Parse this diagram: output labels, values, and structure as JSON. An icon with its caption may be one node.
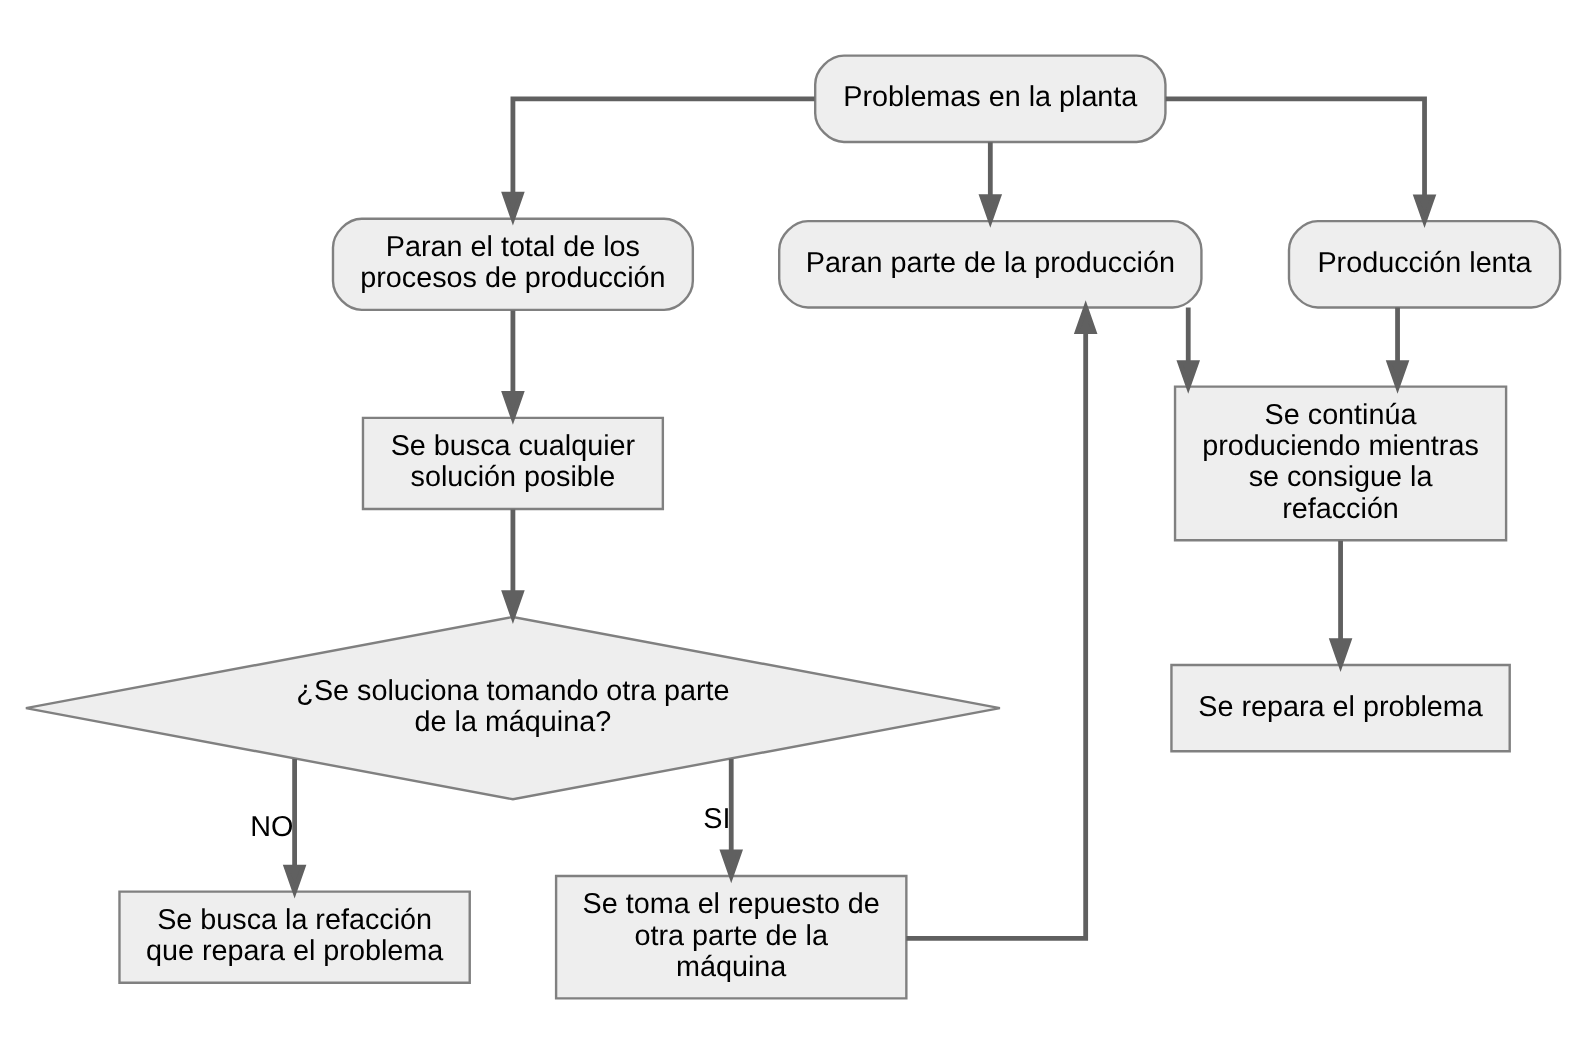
{
  "diagram": {
    "nodes": [
      {
        "text": [
          "Problemas en la planta"
        ]
      },
      {
        "text": [
          "Paran el total de los procesos de producción"
        ]
      },
      {
        "text": [
          "Paran parte de la producción"
        ]
      },
      {
        "text": [
          "Producción lenta"
        ]
      },
      {
        "text": [
          "Se busca cualquier solución posible"
        ]
      },
      {
        "text": [
          "¿Se soluciona tomando otra parte de la máquina?"
        ]
      },
      {
        "text": [
          "Se busca la refacción que repara el problema"
        ]
      },
      {
        "text": [
          "Se toma el repuesto de otra parte de la máquina"
        ]
      },
      {
        "text": [
          "Se continúa produciendo mientras se consigue la refacción"
        ]
      },
      {
        "text": [
          "Se repara el problema"
        ]
      }
    ],
    "edges": [
      {
        "from": 0,
        "to": 1,
        "arrow": "to"
      },
      {
        "from": 0,
        "to": 2,
        "arrow": "to"
      },
      {
        "from": 0,
        "to": 3,
        "arrow": "to"
      },
      {
        "from": 1,
        "to": 4,
        "arrow": "to"
      },
      {
        "from": 4,
        "to": 5,
        "arrow": "to"
      },
      {
        "from": 5,
        "to": 6,
        "label": "NO",
        "arrow": "to"
      },
      {
        "from": 5,
        "to": 7,
        "label": "SI",
        "arrow": "to"
      },
      {
        "from": 7,
        "to": 2,
        "arrow": "to"
      },
      {
        "from": 2,
        "to": 8,
        "arrow": "to"
      },
      {
        "from": 3,
        "to": 8,
        "arrow": "to"
      },
      {
        "from": 8,
        "to": 9,
        "arrow": "to"
      }
    ]
  }
}
